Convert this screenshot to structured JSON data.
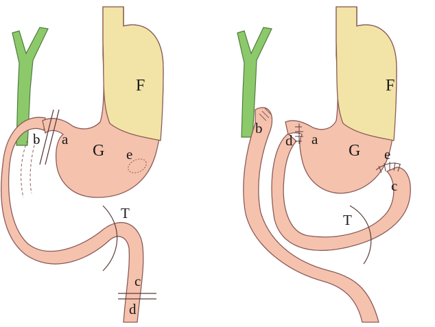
{
  "colors": {
    "tissue": "#f5c2ae",
    "tissue_dark": "#e8a995",
    "outline": "#8a5a57",
    "fundus": "#f2e4a6",
    "esophagus": "#f2e4a6",
    "duct": "#8cc96b",
    "duct_outline": "#4f7a3d",
    "background": "#ffffff"
  },
  "left_panel": {
    "labels": {
      "F": "F",
      "G": "G",
      "a": "a",
      "b": "b",
      "e": "e",
      "T": "T",
      "c": "c",
      "d": "d"
    }
  },
  "right_panel": {
    "labels": {
      "F": "F",
      "G": "G",
      "a": "a",
      "b": "b",
      "d": "d",
      "e": "e",
      "c": "c",
      "T": "T"
    }
  }
}
